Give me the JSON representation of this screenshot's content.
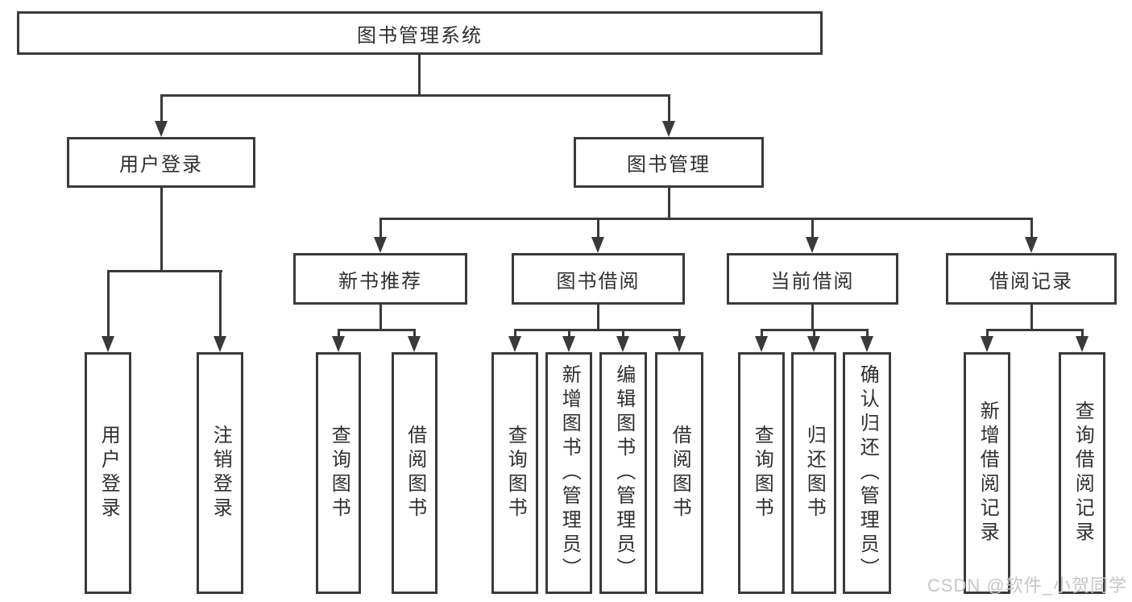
{
  "root": {
    "label": "图书管理系统"
  },
  "login": {
    "label": "用户登录",
    "children": [
      {
        "label": "用户登录"
      },
      {
        "label": "注销登录"
      }
    ]
  },
  "management": {
    "label": "图书管理",
    "sections": [
      {
        "label": "新书推荐",
        "children": [
          {
            "label": "查询图书"
          },
          {
            "label": "借阅图书"
          }
        ]
      },
      {
        "label": "图书借阅",
        "children": [
          {
            "label": "查询图书"
          },
          {
            "label": "新增图书（管理员）"
          },
          {
            "label": "编辑图书（管理员）"
          },
          {
            "label": "借阅图书"
          }
        ]
      },
      {
        "label": "当前借阅",
        "children": [
          {
            "label": "查询图书"
          },
          {
            "label": "归还图书"
          },
          {
            "label": "确认归还（管理员）"
          }
        ]
      },
      {
        "label": "借阅记录",
        "children": [
          {
            "label": "新增借阅记录"
          },
          {
            "label": "查询借阅记录"
          }
        ]
      }
    ]
  },
  "watermark": "CSDN @软件_小贺同学",
  "colors": {
    "line": "#3a3a3a",
    "text": "#2f2f2f",
    "background": "#ffffff",
    "watermark": "#c6c6c6"
  }
}
